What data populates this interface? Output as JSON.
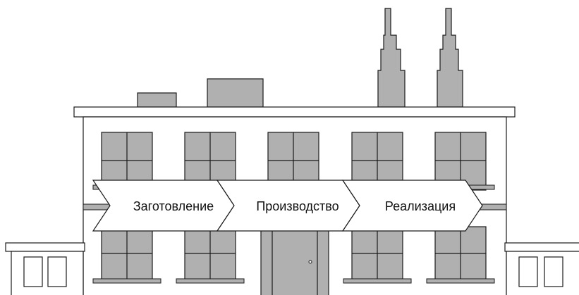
{
  "colors": {
    "background": "#ffffff",
    "outline": "#1a1a1a",
    "building_fill": "#ffffff",
    "window_fill": "#b0b0b0",
    "chimney_fill": "#b0b0b0",
    "arrow_fill": "#ffffff"
  },
  "process": {
    "stages": [
      {
        "label": "Заготовление"
      },
      {
        "label": "Производство"
      },
      {
        "label": "Реализация"
      }
    ]
  }
}
